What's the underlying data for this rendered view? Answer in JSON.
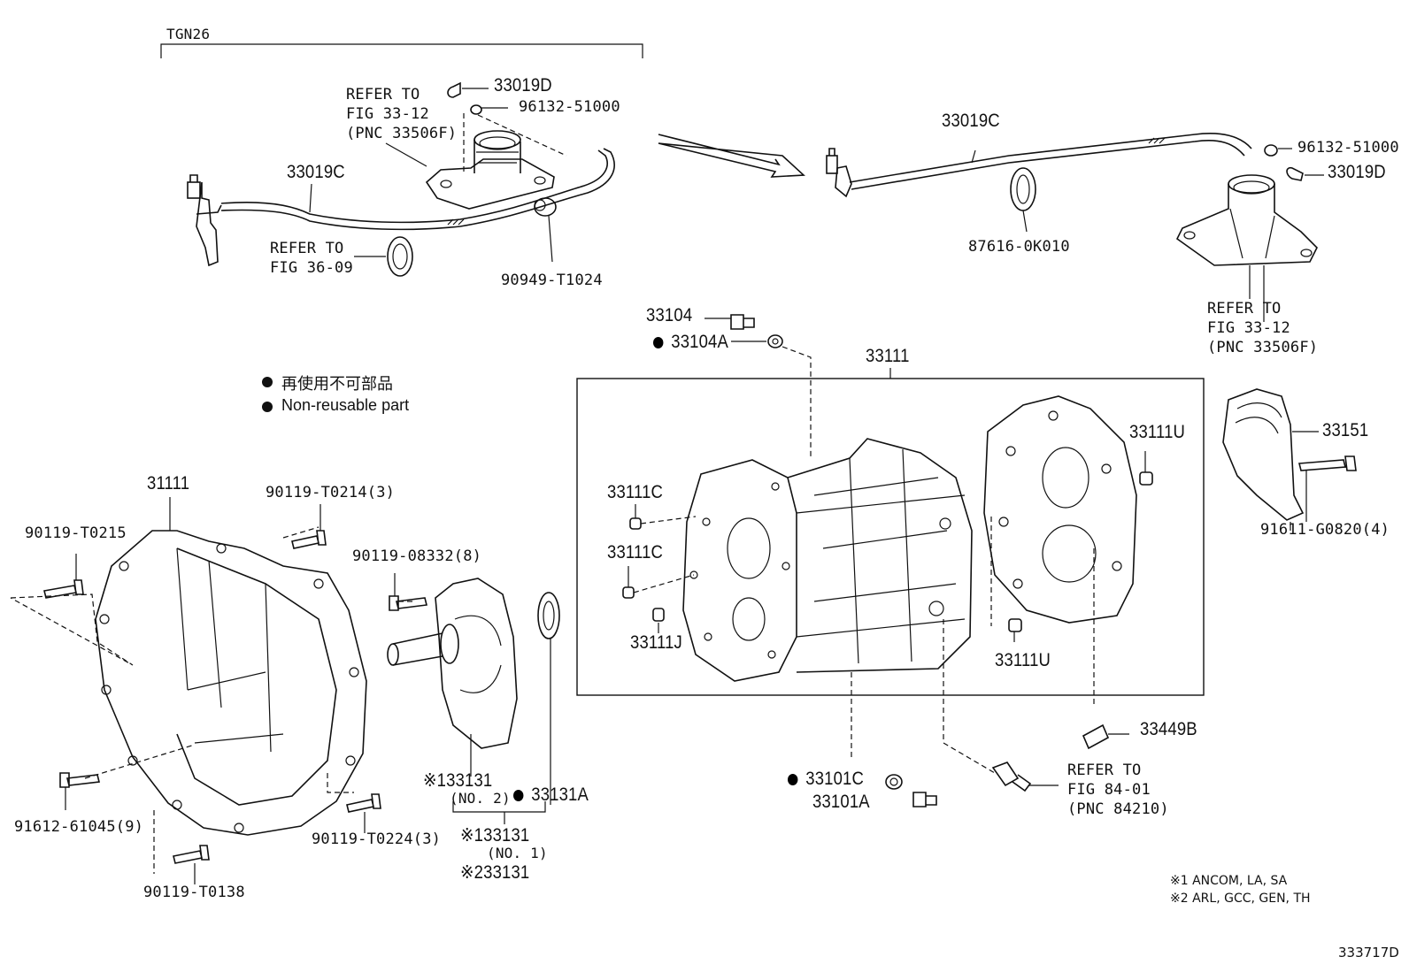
{
  "header": {
    "model": "TGN26"
  },
  "legend": {
    "jp": "再使用不可部品",
    "en": "Non-reusable part"
  },
  "footnotes": [
    "※1 ANCOM, LA, SA",
    "※2 ARL, GCC, GEN, TH"
  ],
  "figure_id": "333717D",
  "labels": {
    "refer_33_12_a": "REFER TO\nFIG 33-12\n(PNC 33506F)",
    "p33019D_a": "33019D",
    "p96132_a": "96132-51000",
    "p33019C_a": "33019C",
    "refer_36_09": "REFER TO\nFIG 36-09",
    "p90949": "90949-T1024",
    "p33019C_b": "33019C",
    "p96132_b": "96132-51000",
    "p33019D_b": "33019D",
    "p87616": "87616-0K010",
    "refer_33_12_b": "REFER TO\nFIG 33-12\n(PNC 33506F)",
    "p33104": "33104",
    "p33104A": "33104A",
    "p33111": "33111",
    "p33111U_a": "33111U",
    "p33151": "33151",
    "p33111C_a": "33111C",
    "p33111C_b": "33111C",
    "p91611": "91611-G0820(4)",
    "p33111J": "33111J",
    "p33111U_b": "33111U",
    "p33449B": "33449B",
    "p31111": "31111",
    "p90119_T0214": "90119-T0214(3)",
    "p90119_T0215": "90119-T0215",
    "p90119_08332": "90119-08332(8)",
    "p91612": "91612-61045(9)",
    "p90119_T0224": "90119-T0224(3)",
    "p90119_T0138": "90119-T0138",
    "p33131_no2": "※133131",
    "no2": "(NO. 2)",
    "p33131A": "33131A",
    "p33131_no1": "※133131",
    "no1": "(NO. 1)",
    "p33131_2": "※233131",
    "p33101C": "33101C",
    "p33101A": "33101A",
    "refer_84_01": "REFER TO\nFIG 84-01\n(PNC 84210)"
  }
}
